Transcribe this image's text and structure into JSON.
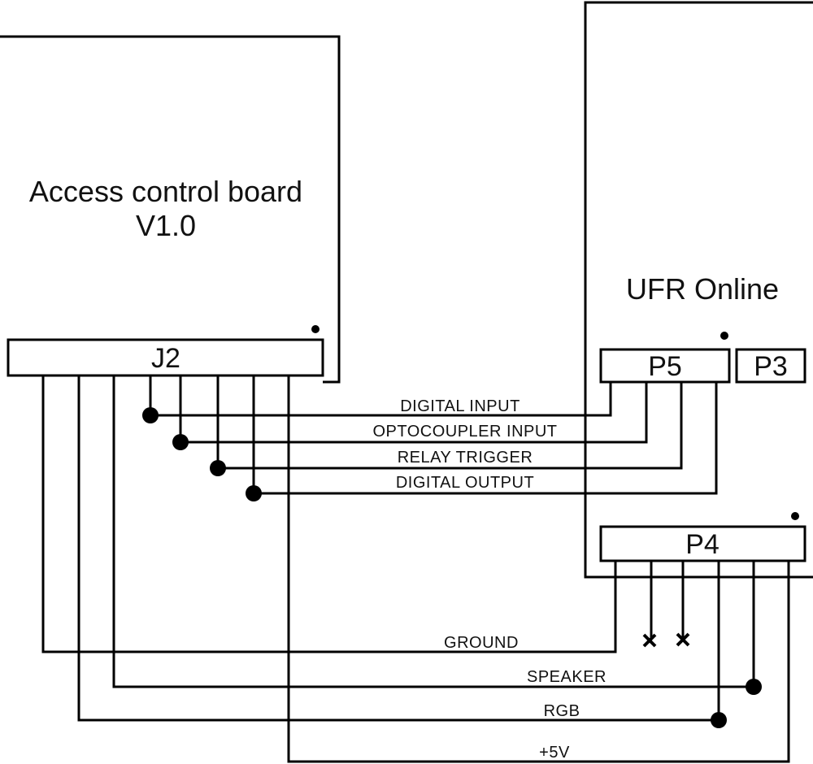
{
  "boards": {
    "access": {
      "title_line1": "Access control board",
      "title_line2": "V1.0"
    },
    "ufr": {
      "title": "UFR Online"
    }
  },
  "connectors": {
    "j2": "J2",
    "p5": "P5",
    "p3": "P3",
    "p4": "P4"
  },
  "signals": {
    "digital_input": "DIGITAL INPUT",
    "optocoupler_input": "OPTOCOUPLER INPUT",
    "relay_trigger": "RELAY TRIGGER",
    "digital_output": "DIGITAL OUTPUT",
    "ground": "GROUND",
    "speaker": "SPEAKER",
    "rgb": "RGB",
    "plus5v": "+5V"
  }
}
